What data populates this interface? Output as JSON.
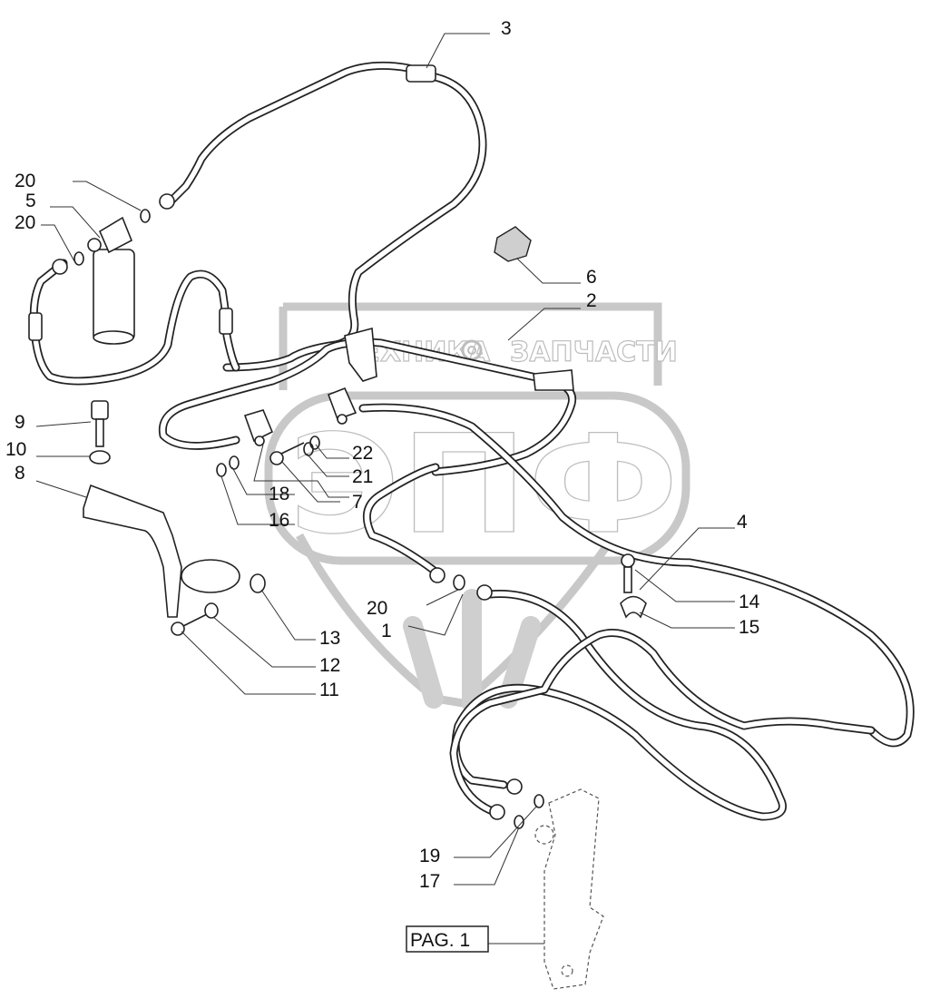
{
  "diagram": {
    "watermark": {
      "top_left": "ТЕХНИКА",
      "top_right": "ЗАПЧАСТИ",
      "main": "ЭПФ"
    },
    "callouts": [
      "3",
      "20",
      "5",
      "20",
      "6",
      "2",
      "9",
      "10",
      "8",
      "22",
      "21",
      "18",
      "7",
      "16",
      "4",
      "20",
      "1",
      "14",
      "15",
      "13",
      "12",
      "11",
      "19",
      "17"
    ],
    "page_ref": "PAG. 1"
  }
}
